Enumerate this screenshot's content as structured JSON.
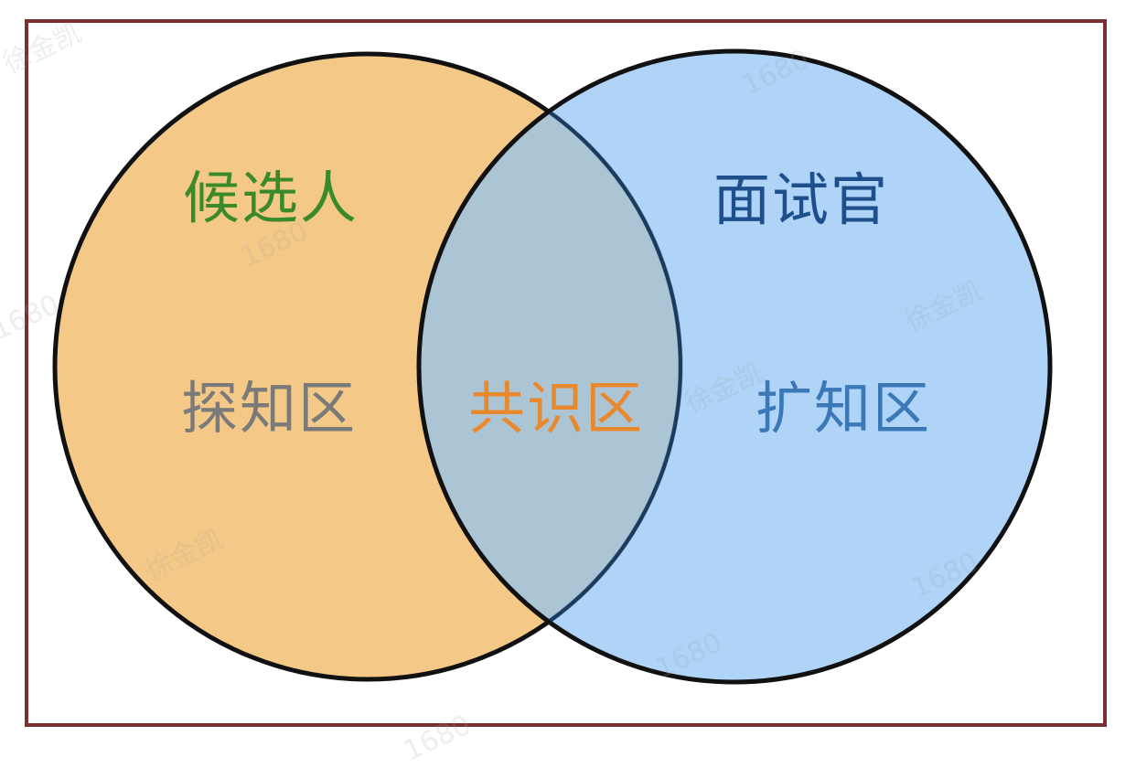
{
  "diagram": {
    "type": "venn",
    "sets": [
      {
        "name": "候选人",
        "region_label": "探知区",
        "fill": "#F4C987",
        "title_color": "#3A8A2A",
        "region_color": "#7A7A7A"
      },
      {
        "name": "面试官",
        "region_label": "扩知区",
        "fill": "#90C4F4",
        "title_color": "#1F4E8C",
        "region_color": "#3B78B8"
      }
    ],
    "intersection": {
      "label": "共识区",
      "fill": "#8AA9BE",
      "color": "#E8892E"
    },
    "frame_color": "#7A3030",
    "outline_color": "#111111"
  },
  "watermarks": [
    "徐金凯",
    "1680",
    "徐金凯",
    "1680",
    "徐金凯",
    "1680",
    "徐金凯",
    "1680",
    "徐金凯",
    "1680"
  ]
}
